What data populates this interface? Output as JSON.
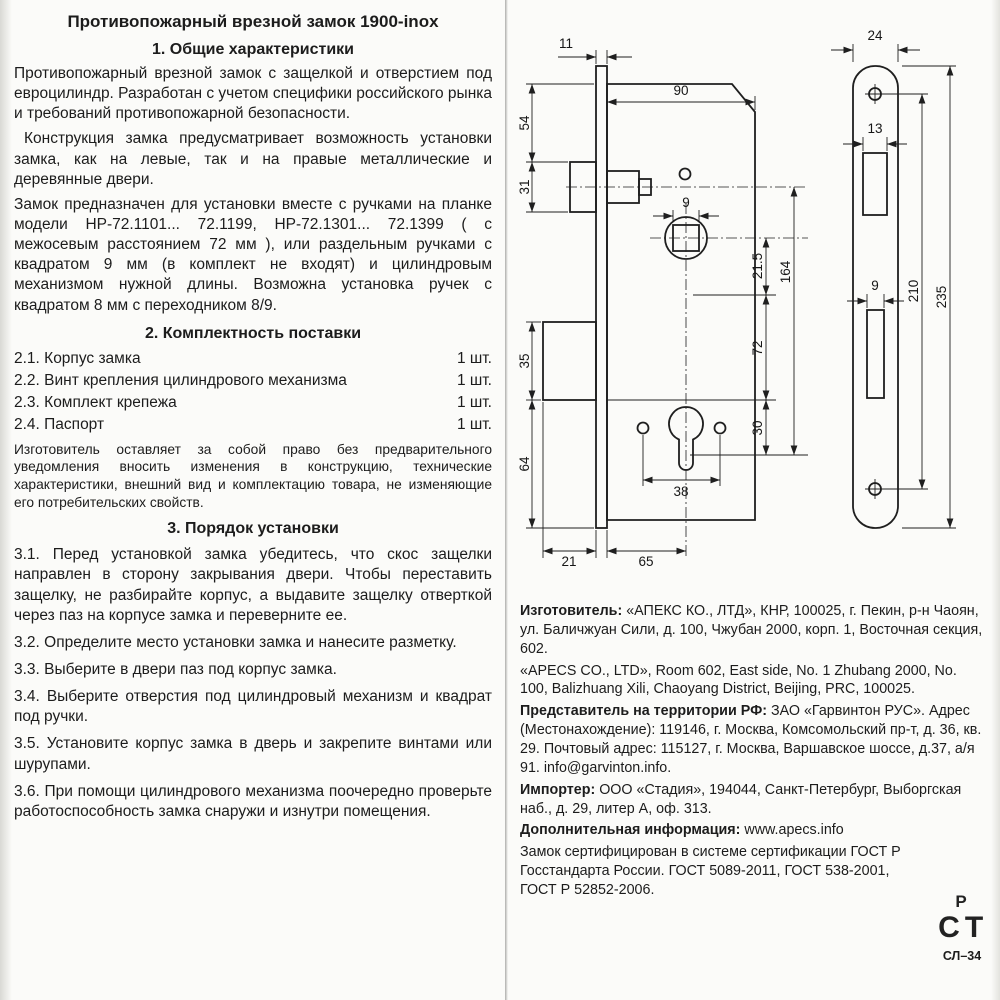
{
  "page": {
    "title": "Противопожарный врезной замок 1900-inox"
  },
  "section1": {
    "heading": "1. Общие характеристики",
    "p1": "Противопожарный врезной замок с защелкой и отверстием под евроцилиндр. Разработан с учетом специфики российского рынка и требований противопожарной безопасности.",
    "p2": "Конструкция замка предусматривает возможность установки замка, как на левые, так и на правые металлические и деревянные двери.",
    "p3": "Замок предназначен для установки вместе с ручками на планке модели НР-72.1101... 72.1199, НР-72.1301... 72.1399 ( с межосевым расстоянием 72 мм ), или раздельным ручками с квадратом 9 мм (в комплект не входят) и цилиндровым механизмом нужной длины. Возможна установка ручек с квадратом 8 мм с переходником 8/9."
  },
  "section2": {
    "heading": "2. Комплектность поставки",
    "items": [
      {
        "label": "2.1. Корпус замка",
        "qty": "1 шт."
      },
      {
        "label": "2.2. Винт крепления цилиндрового механизма",
        "qty": "1 шт."
      },
      {
        "label": "2.3. Комплект крепежа",
        "qty": "1 шт."
      },
      {
        "label": "2.4. Паспорт",
        "qty": "1 шт."
      }
    ],
    "note": "Изготовитель оставляет за собой право без предварительного уведомления вносить изменения в конструкцию, технические характеристики, внешний вид и комплектацию товара, не изменяющие его потребительских свойств."
  },
  "section3": {
    "heading": "3. Порядок установки",
    "steps": [
      "3.1. Перед установкой замка убедитесь, что скос защелки направлен в сторону закрывания двери. Чтобы переставить защелку, не разбирайте корпус, а выдавите защелку отверткой через паз на корпусе замка и переверните ее.",
      "3.2. Определите место установки замка и нанесите разметку.",
      "3.3. Выберите в двери паз под корпус замка.",
      "3.4. Выберите отверстия под цилиндровый механизм и квадрат под ручки.",
      "3.5. Установите корпус замка в дверь и закрепите винтами или шурупами.",
      "3.6. При помощи цилиндрового механизма поочередно проверьте работоспособность замка снаружи и изнутри помещения."
    ]
  },
  "drawing": {
    "dims": {
      "d11": "11",
      "d90": "90",
      "d54": "54",
      "d31": "31",
      "d9": "9",
      "d21_5": "21.5",
      "d164": "164",
      "d72": "72",
      "d35": "35",
      "d30": "30",
      "d64": "64",
      "d38": "38",
      "d21": "21",
      "d65": "65",
      "d24": "24",
      "d13": "13",
      "d9b": "9",
      "d210": "210",
      "d235": "235"
    }
  },
  "info": {
    "manufacturer_label": "Изготовитель:",
    "manufacturer_text": " «АПЕКС КО., ЛТД», КНР, 100025, г. Пекин, р-н Чаоян, ул. Баличжуан Сили, д. 100, Чжубан 2000, корп. 1, Восточная секция, 602.",
    "manufacturer_en": "«APECS CO., LTD», Room 602, East side, No. 1 Zhubang 2000, No. 100, Balizhuang Xili, Chaoyang District, Beijing, PRC, 100025.",
    "rep_label": "Представитель на территории РФ:",
    "rep_text": " ЗАО «Гарвинтон РУС». Адрес (Местонахождение): 119146, г. Москва, Комсомольский пр-т, д. 36, кв. 29. Почтовый адрес: 115127, г. Москва, Варшавское шоссе, д.37, а/я 91. info@garvinton.info.",
    "importer_label": "Импортер:",
    "importer_text": " ООО «Стадия», 194044, Санкт-Петербург, Выборгская наб., д. 29, литер А, оф. 313.",
    "extra_label": "Дополнительная информация:",
    "extra_text": " www.apecs.info",
    "cert_text": "Замок сертифицирован в системе сертификации ГОСТ Р Госстандарта России. ГОСТ 5089-2011, ГОСТ 538-2001, ГОСТ Р 52852-2006.",
    "mark": {
      "p": "Р",
      "c": "С",
      "t": "Т"
    },
    "cert_code": "СЛ–34"
  }
}
